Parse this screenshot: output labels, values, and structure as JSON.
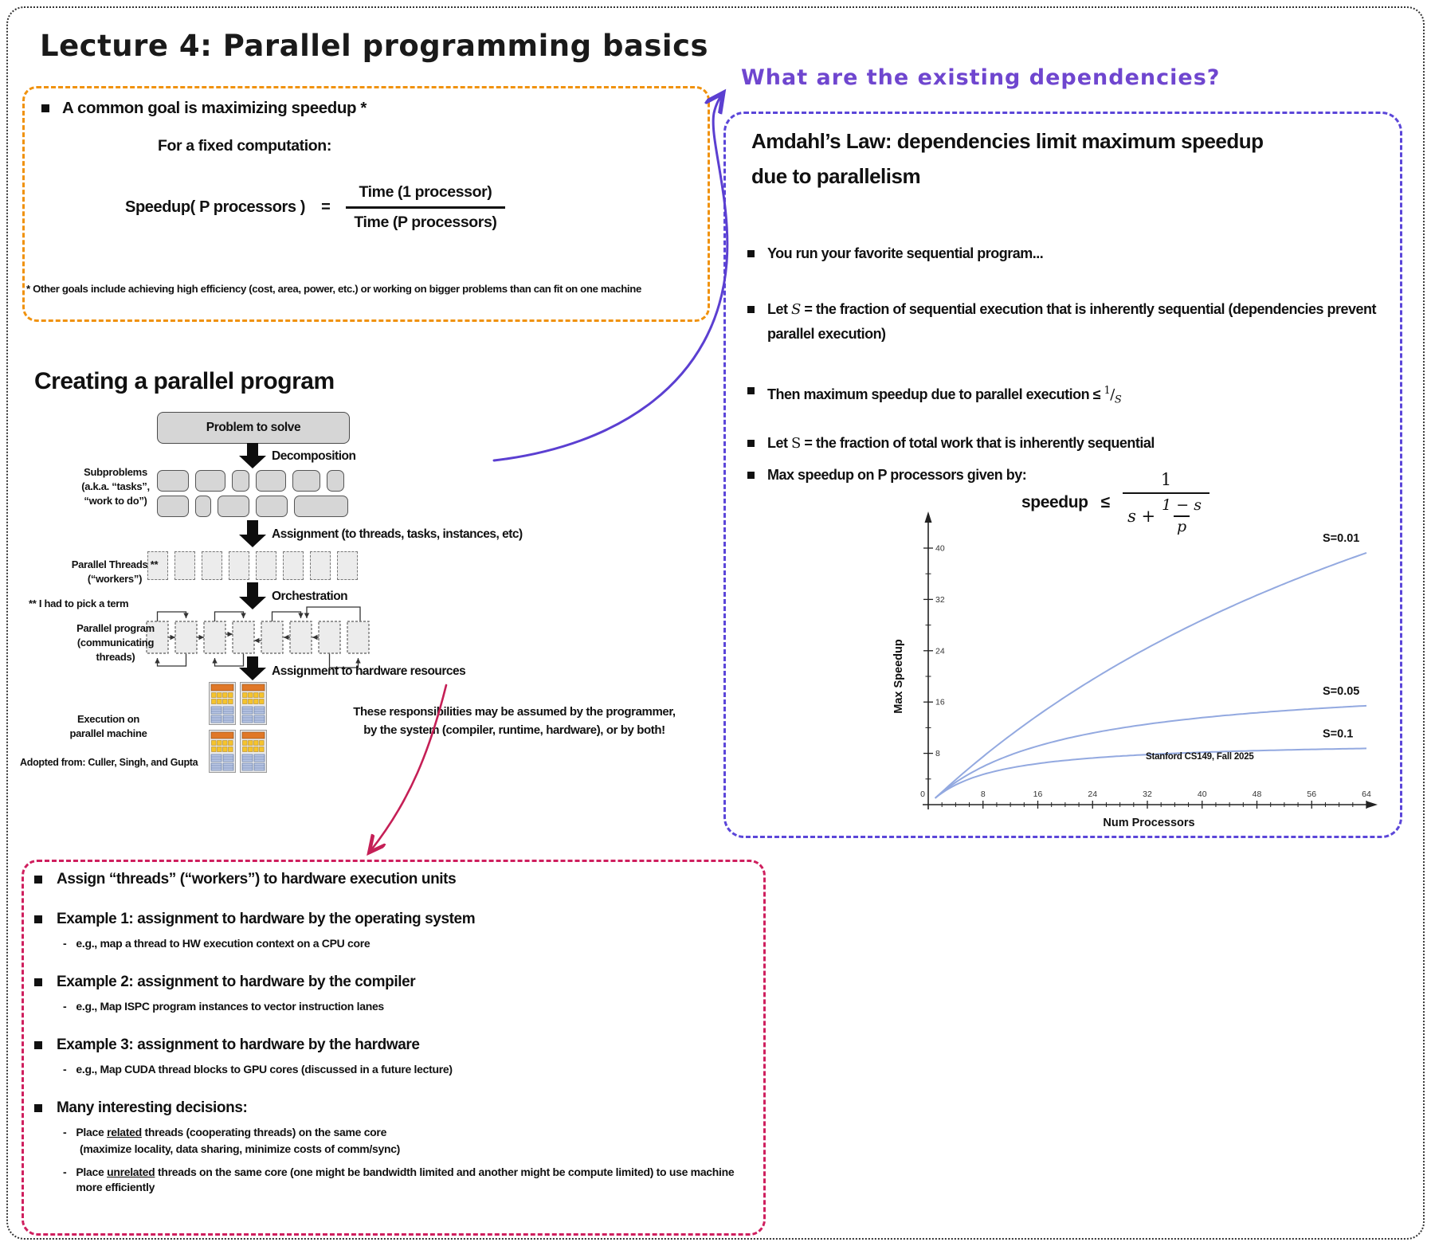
{
  "page": {
    "title": "Lecture 4: Parallel programming basics"
  },
  "colors": {
    "orange": "#f0920e",
    "purple_box": "#5b46d9",
    "annotation": "#6f46cf",
    "red": "#cf1f5e",
    "curve": "#93a9e0",
    "arrow_purple": "#5b3fd1",
    "arrow_red": "#c51f56"
  },
  "speedup_box": {
    "bullet": "A common goal is maximizing speedup *",
    "line1": "For a fixed computation:",
    "lhs": "Speedup( P processors )",
    "eq": "=",
    "num": "Time (1 processor)",
    "den": "Time (P processors)",
    "footnote": "* Other goals include achieving high efficiency (cost, area, power, etc.) or working on bigger problems than can fit on one machine"
  },
  "annotation": {
    "text": "What are the existing dependencies?"
  },
  "amdahl": {
    "title": "Amdahl’s Law: dependencies limit maximum speedup due to parallelism",
    "bullets": [
      {
        "parts": [
          {
            "t": "text",
            "v": "You run your favorite sequential program..."
          }
        ]
      },
      {
        "parts": [
          {
            "t": "text",
            "v": "Let "
          },
          {
            "t": "serif-i",
            "v": "S"
          },
          {
            "t": "text",
            "v": " = the fraction of sequential execution that is inherently sequential (dependencies prevent parallel execution)"
          }
        ]
      },
      {
        "parts": [
          {
            "t": "text",
            "v": "Then maximum speedup due to parallel execution  ≤ "
          },
          {
            "t": "sup",
            "v": "1"
          },
          {
            "t": "serif",
            "v": "∕"
          },
          {
            "t": "sub-i",
            "v": "S"
          }
        ]
      },
      {
        "parts": [
          {
            "t": "text",
            "v": "Let "
          },
          {
            "t": "serif",
            "v": "S"
          },
          {
            "t": "text",
            "v": " = the fraction of total work that is inherently sequential"
          }
        ]
      },
      {
        "parts": [
          {
            "t": "text",
            "v": "Max speedup on P processors given by:"
          }
        ]
      }
    ],
    "formula": {
      "lhs": "speedup",
      "rel": "≤",
      "num": "1",
      "den_left": "s +",
      "inner_num": "1 − s",
      "inner_den": "p"
    }
  },
  "chart_data": {
    "type": "line",
    "title": "",
    "xlabel": "Num Processors",
    "ylabel": "Max Speedup",
    "xlim": [
      0,
      64
    ],
    "ylim": [
      0,
      40
    ],
    "x_ticks": [
      0,
      8,
      16,
      24,
      32,
      40,
      48,
      56,
      64
    ],
    "y_ticks": [
      8,
      16,
      24,
      32,
      40
    ],
    "grid": false,
    "legend_position": "right-end-labels",
    "formula": "speedup = 1 / (s + (1 - s) / p)",
    "series": [
      {
        "name": "S=0.01",
        "s": 0.01,
        "x": [
          1,
          8,
          16,
          24,
          32,
          40,
          48,
          56,
          64
        ],
        "values": [
          1,
          7.5,
          13.9,
          19.5,
          24.4,
          28.8,
          32.7,
          36.1,
          39.3
        ]
      },
      {
        "name": "S=0.05",
        "s": 0.05,
        "x": [
          1,
          8,
          16,
          24,
          32,
          40,
          48,
          56,
          64
        ],
        "values": [
          1,
          5.9,
          9.1,
          11.2,
          12.6,
          13.6,
          14.3,
          14.9,
          15.4
        ]
      },
      {
        "name": "S=0.1",
        "s": 0.1,
        "x": [
          1,
          8,
          16,
          24,
          32,
          40,
          48,
          56,
          64
        ],
        "values": [
          1,
          4.7,
          6.4,
          7.3,
          7.8,
          8.2,
          8.4,
          8.6,
          8.8
        ]
      }
    ]
  },
  "diagram": {
    "heading": "Creating a parallel program",
    "problem": "Problem to solve",
    "steps": [
      "Decomposition",
      "Assignment (to threads, tasks, instances, etc)",
      "Orchestration",
      "Assignment to hardware resources"
    ],
    "subproblems_label": {
      "l1": "Subproblems",
      "l2": "(a.k.a. “tasks”,",
      "l3": "“work to do”)"
    },
    "threads_label": {
      "l1": "Parallel Threads **",
      "l2": "(“workers”)"
    },
    "term_note": "** I had to pick a term",
    "program_label": {
      "l1": "Parallel program",
      "l2": "(communicating",
      "l3": "threads)"
    },
    "execution_label": {
      "l1": "Execution on",
      "l2": "parallel machine"
    },
    "responsibilities": {
      "l1": "These responsibilities may be assumed by the programmer,",
      "l2": "by the system (compiler, runtime, hardware), or by both!"
    },
    "adopted": "Adopted from: Culler, Singh, and Gupta",
    "footer_right": "Stanford CS149, Fall 2025",
    "row1_widths": [
      40,
      38,
      22,
      38,
      35,
      22
    ],
    "row2_widths": [
      40,
      20,
      40,
      40,
      68
    ],
    "thread_count": 8,
    "program_count": 8,
    "chip_count": 4
  },
  "assign_box": {
    "items": [
      {
        "level": 0,
        "parts": [
          {
            "t": "text",
            "v": "Assign “threads” (“workers”) to hardware execution units"
          }
        ]
      },
      {
        "level": 0,
        "parts": [
          {
            "t": "text",
            "v": "Example 1: assignment to hardware by the operating system"
          }
        ]
      },
      {
        "level": 1,
        "parts": [
          {
            "t": "text",
            "v": "e.g., map a thread to HW execution context on a CPU core"
          }
        ]
      },
      {
        "level": 0,
        "parts": [
          {
            "t": "text",
            "v": "Example  2: assignment to hardware by the compiler"
          }
        ]
      },
      {
        "level": 1,
        "parts": [
          {
            "t": "text",
            "v": "e.g., Map ISPC program instances to vector instruction lanes"
          }
        ]
      },
      {
        "level": 0,
        "parts": [
          {
            "t": "text",
            "v": "Example 3: assignment to hardware by the hardware"
          }
        ]
      },
      {
        "level": 1,
        "parts": [
          {
            "t": "text",
            "v": "e.g., Map CUDA thread blocks to GPU cores (discussed in a future lecture)"
          }
        ]
      },
      {
        "level": 0,
        "parts": [
          {
            "t": "text",
            "v": "Many interesting decisions:"
          }
        ]
      },
      {
        "level": 1,
        "parts": [
          {
            "t": "text",
            "v": "Place "
          },
          {
            "t": "u",
            "v": "related"
          },
          {
            "t": "text",
            "v": " threads (cooperating threads) on the same core"
          }
        ],
        "line2": "(maximize locality, data sharing, minimize costs of comm/sync)"
      },
      {
        "level": 1,
        "parts": [
          {
            "t": "text",
            "v": "Place "
          },
          {
            "t": "u",
            "v": "unrelated"
          },
          {
            "t": "text",
            "v": " threads on the same core (one might be bandwidth limited and another might be compute limited) to use machine more efficiently"
          }
        ]
      }
    ]
  }
}
